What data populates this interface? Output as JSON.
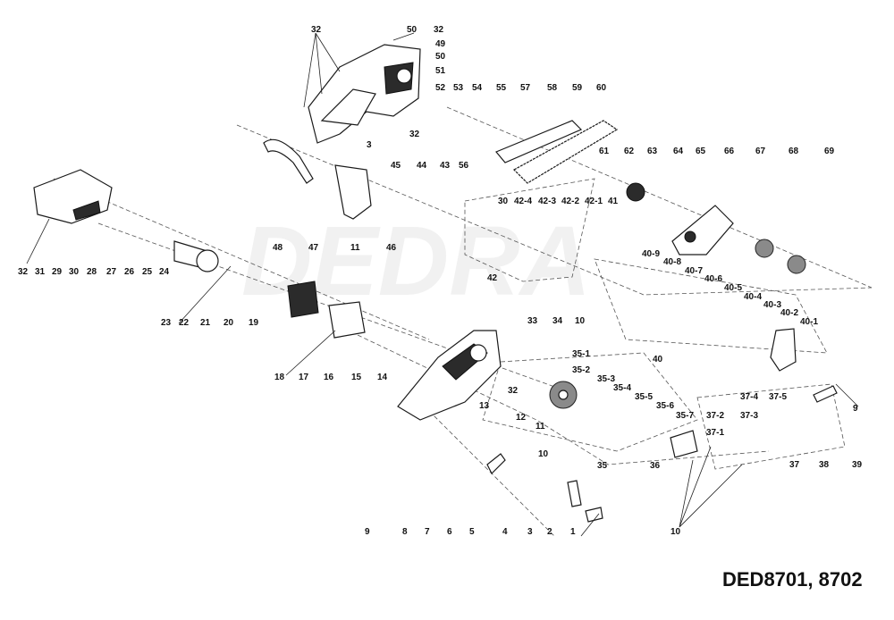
{
  "title": "DED8701, 8702",
  "watermark": "DEDRA",
  "labels": [
    {
      "id": "l32a",
      "text": "32"
    },
    {
      "id": "l50a",
      "text": "50"
    },
    {
      "id": "l32b",
      "text": "32"
    },
    {
      "id": "l49",
      "text": "49"
    },
    {
      "id": "l50b",
      "text": "50"
    },
    {
      "id": "l51",
      "text": "51"
    },
    {
      "id": "l52",
      "text": "52"
    },
    {
      "id": "l53",
      "text": "53"
    },
    {
      "id": "l54",
      "text": "54"
    },
    {
      "id": "l55",
      "text": "55"
    },
    {
      "id": "l57",
      "text": "57"
    },
    {
      "id": "l58",
      "text": "58"
    },
    {
      "id": "l59",
      "text": "59"
    },
    {
      "id": "l60",
      "text": "60"
    },
    {
      "id": "l32c",
      "text": "32"
    },
    {
      "id": "l3",
      "text": "3"
    },
    {
      "id": "l56",
      "text": "56"
    },
    {
      "id": "l61",
      "text": "61"
    },
    {
      "id": "l62",
      "text": "62"
    },
    {
      "id": "l63",
      "text": "63"
    },
    {
      "id": "l64",
      "text": "64"
    },
    {
      "id": "l65",
      "text": "65"
    },
    {
      "id": "l66",
      "text": "66"
    },
    {
      "id": "l67",
      "text": "67"
    },
    {
      "id": "l68",
      "text": "68"
    },
    {
      "id": "l69",
      "text": "69"
    },
    {
      "id": "l45",
      "text": "45"
    },
    {
      "id": "l44",
      "text": "44"
    },
    {
      "id": "l43",
      "text": "43"
    },
    {
      "id": "l30a",
      "text": "30"
    },
    {
      "id": "l42-4",
      "text": "42-4"
    },
    {
      "id": "l42-3",
      "text": "42-3"
    },
    {
      "id": "l42-2",
      "text": "42-2"
    },
    {
      "id": "l42-1",
      "text": "42-1"
    },
    {
      "id": "l41",
      "text": "41"
    },
    {
      "id": "l48",
      "text": "48"
    },
    {
      "id": "l47",
      "text": "47"
    },
    {
      "id": "l11a",
      "text": "11"
    },
    {
      "id": "l46",
      "text": "46"
    },
    {
      "id": "l42",
      "text": "42"
    },
    {
      "id": "l32d",
      "text": "32"
    },
    {
      "id": "l31",
      "text": "31"
    },
    {
      "id": "l29",
      "text": "29"
    },
    {
      "id": "l30b",
      "text": "30"
    },
    {
      "id": "l28",
      "text": "28"
    },
    {
      "id": "l27",
      "text": "27"
    },
    {
      "id": "l26",
      "text": "26"
    },
    {
      "id": "l25",
      "text": "25"
    },
    {
      "id": "l24",
      "text": "24"
    },
    {
      "id": "l40-9",
      "text": "40-9"
    },
    {
      "id": "l40-8",
      "text": "40-8"
    },
    {
      "id": "l40-7",
      "text": "40-7"
    },
    {
      "id": "l40-6",
      "text": "40-6"
    },
    {
      "id": "l40-5",
      "text": "40-5"
    },
    {
      "id": "l40-4",
      "text": "40-4"
    },
    {
      "id": "l40-3",
      "text": "40-3"
    },
    {
      "id": "l40-2",
      "text": "40-2"
    },
    {
      "id": "l40-1",
      "text": "40-1"
    },
    {
      "id": "l40",
      "text": "40"
    },
    {
      "id": "l23",
      "text": "23"
    },
    {
      "id": "l22",
      "text": "22"
    },
    {
      "id": "l21",
      "text": "21"
    },
    {
      "id": "l20",
      "text": "20"
    },
    {
      "id": "l19",
      "text": "19"
    },
    {
      "id": "l33",
      "text": "33"
    },
    {
      "id": "l34",
      "text": "34"
    },
    {
      "id": "l10a",
      "text": "10"
    },
    {
      "id": "l35-1",
      "text": "35-1"
    },
    {
      "id": "l35-2",
      "text": "35-2"
    },
    {
      "id": "l35-3",
      "text": "35-3"
    },
    {
      "id": "l35-4",
      "text": "35-4"
    },
    {
      "id": "l35-5",
      "text": "35-5"
    },
    {
      "id": "l35-6",
      "text": "35-6"
    },
    {
      "id": "l35-7",
      "text": "35-7"
    },
    {
      "id": "l32e",
      "text": "32"
    },
    {
      "id": "l18",
      "text": "18"
    },
    {
      "id": "l17",
      "text": "17"
    },
    {
      "id": "l16",
      "text": "16"
    },
    {
      "id": "l15",
      "text": "15"
    },
    {
      "id": "l14",
      "text": "14"
    },
    {
      "id": "l13",
      "text": "13"
    },
    {
      "id": "l12",
      "text": "12"
    },
    {
      "id": "l11b",
      "text": "11"
    },
    {
      "id": "l10b",
      "text": "10"
    },
    {
      "id": "l35",
      "text": "35"
    },
    {
      "id": "l36",
      "text": "36"
    },
    {
      "id": "l37-4",
      "text": "37-4"
    },
    {
      "id": "l37-5",
      "text": "37-5"
    },
    {
      "id": "l9a",
      "text": "9"
    },
    {
      "id": "l37-3",
      "text": "37-3"
    },
    {
      "id": "l37-2",
      "text": "37-2"
    },
    {
      "id": "l37-1",
      "text": "37-1"
    },
    {
      "id": "l37",
      "text": "37"
    },
    {
      "id": "l38",
      "text": "38"
    },
    {
      "id": "l39",
      "text": "39"
    },
    {
      "id": "l9b",
      "text": "9"
    },
    {
      "id": "l8",
      "text": "8"
    },
    {
      "id": "l7",
      "text": "7"
    },
    {
      "id": "l6",
      "text": "6"
    },
    {
      "id": "l5",
      "text": "5"
    },
    {
      "id": "l4",
      "text": "4"
    },
    {
      "id": "l3b",
      "text": "3"
    },
    {
      "id": "l2",
      "text": "2"
    },
    {
      "id": "l1",
      "text": "1"
    },
    {
      "id": "l10c",
      "text": "10"
    }
  ]
}
